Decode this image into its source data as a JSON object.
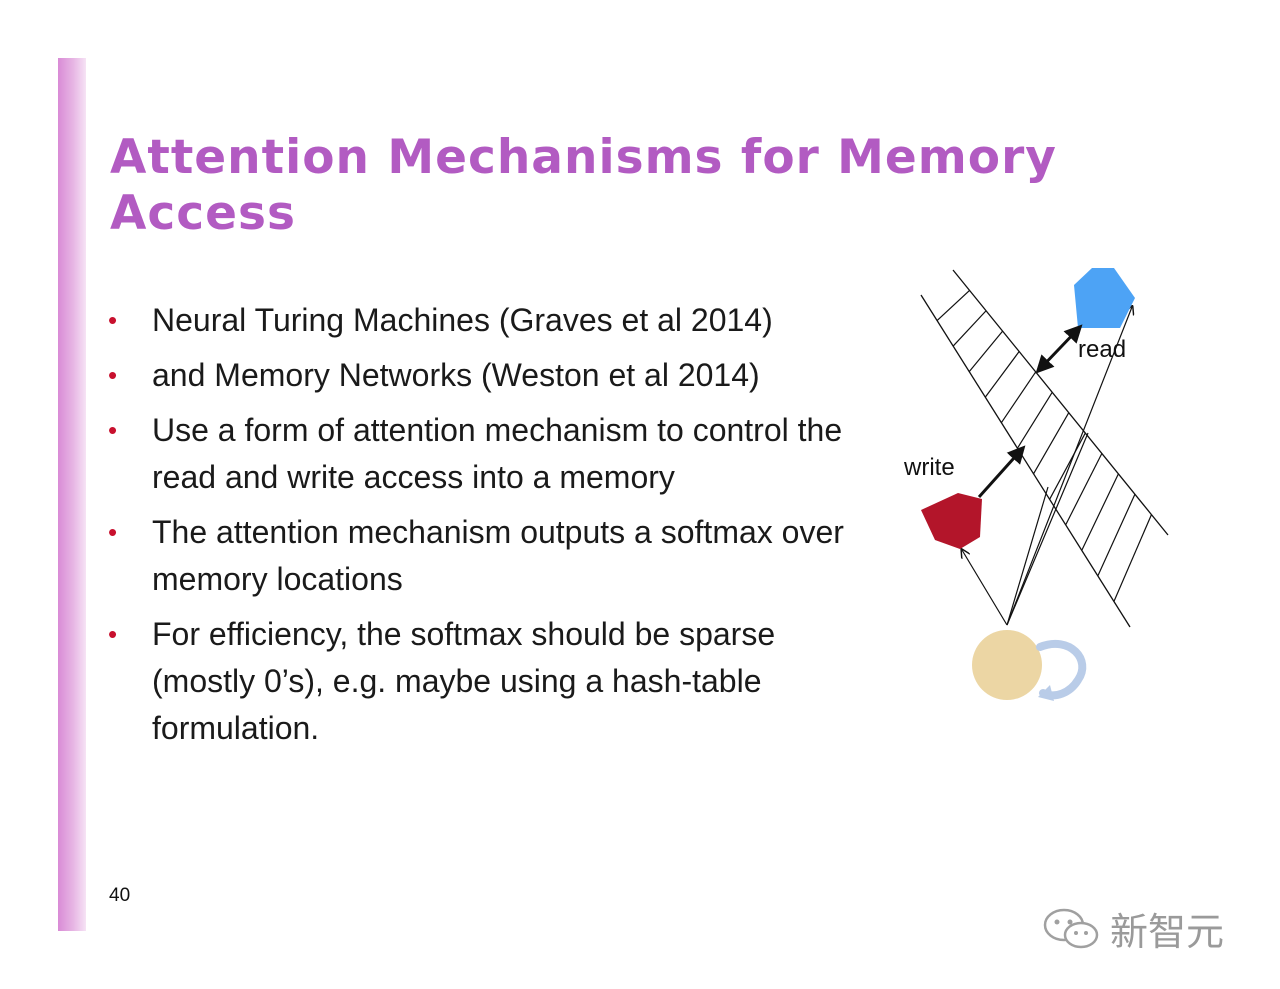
{
  "slide": {
    "title": "Attention Mechanisms for Memory Access",
    "bullets": [
      "Neural Turing Machines (Graves et al 2014)",
      "and Memory Networks (Weston et al 2014)",
      "Use a form of attention mechanism to control the read and write access into a memory",
      "The attention mechanism outputs a softmax over memory locations",
      "For efficiency, the softmax should be sparse (mostly 0’s), e.g. maybe using a hash-table formulation."
    ],
    "bullet_symbol": "•",
    "page_number": "40"
  },
  "diagram": {
    "read_label": "read",
    "write_label": "write"
  },
  "watermark": {
    "text": "新智元"
  },
  "colors": {
    "title": "#b25bc2",
    "bullet": "#c8102e",
    "read_head": "#4da3f5",
    "write_head": "#b3152a",
    "controller": "#ecd6a4",
    "recurrent_arrow": "#b9cce8"
  }
}
